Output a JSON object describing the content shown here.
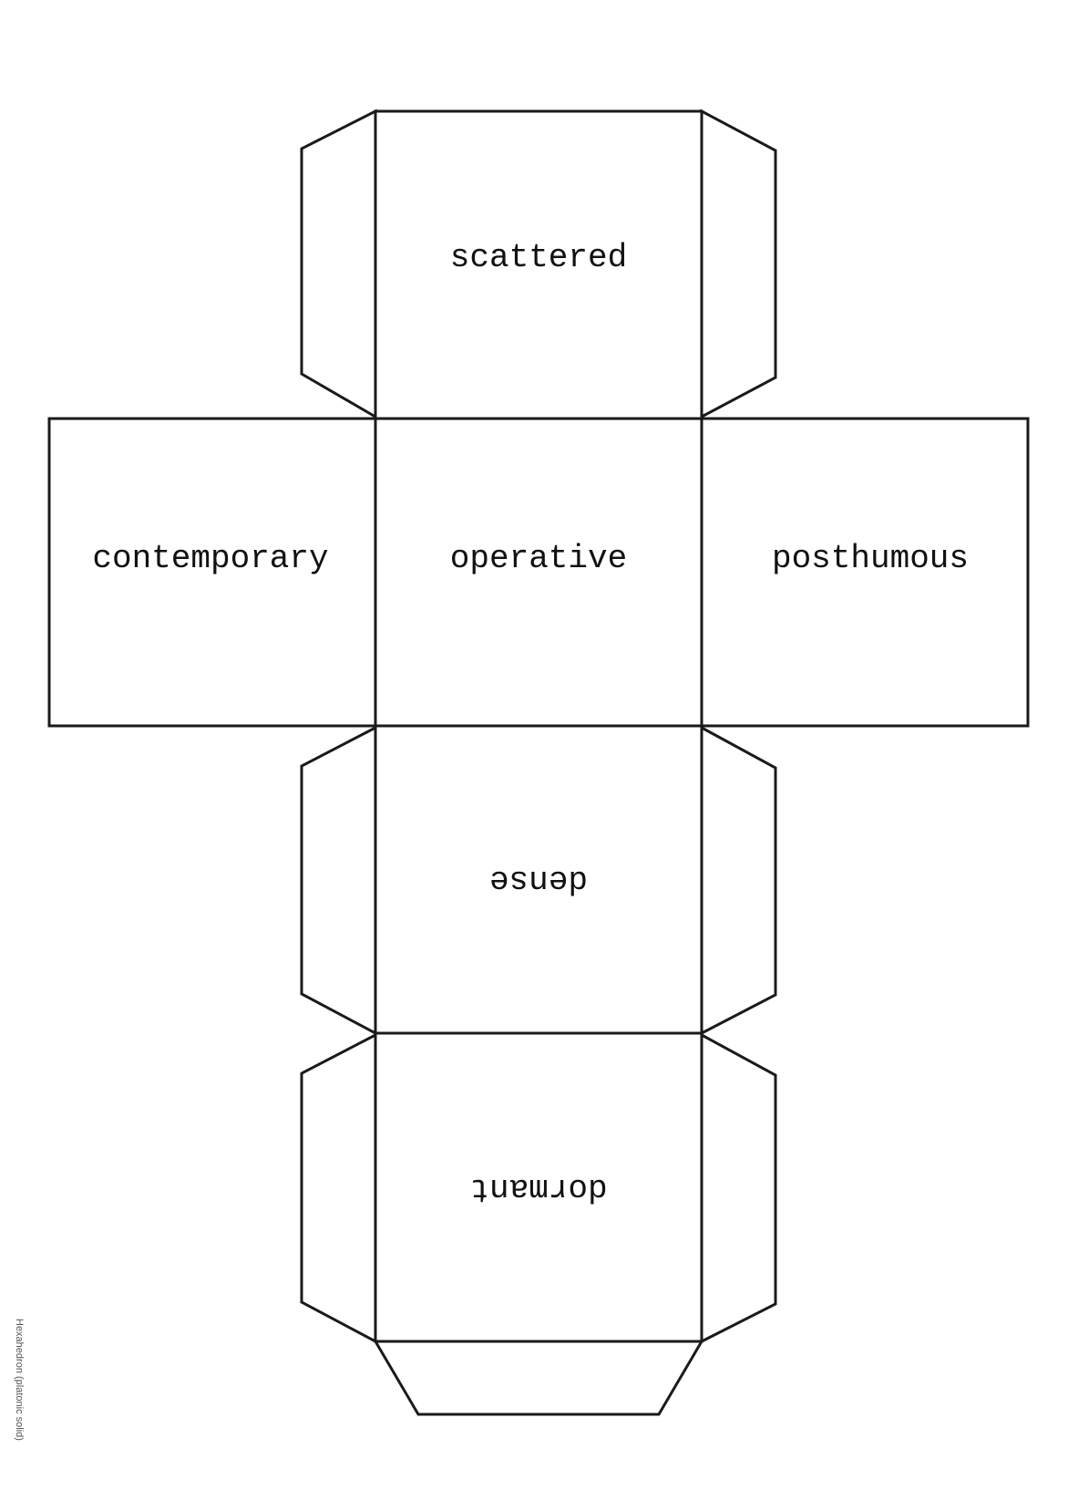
{
  "faces": {
    "top": "scattered",
    "left": "contemporary",
    "center": "operative",
    "right": "posthumous",
    "below": "dense",
    "bottom": "dormant"
  },
  "footer": {
    "label": "Hexahedron (platonic solid)"
  },
  "colors": {
    "line": "#1a1a1a",
    "text": "#111111",
    "background": "#ffffff"
  }
}
